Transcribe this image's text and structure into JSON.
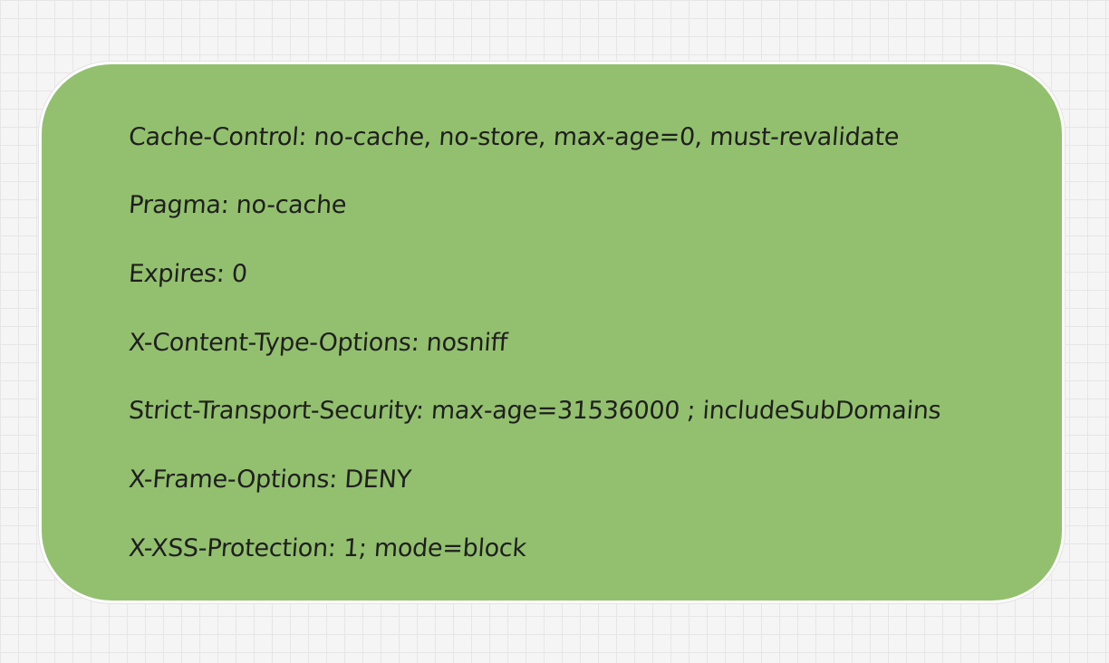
{
  "card": {
    "fill_color": "#93c06e",
    "border_color": "#ffffff",
    "lines": [
      "Cache-Control: no-cache, no-store, max-age=0, must-revalidate",
      "Pragma: no-cache",
      "Expires: 0",
      "X-Content-Type-Options: nosniff",
      "Strict-Transport-Security: max-age=31536000 ; includeSubDomains",
      "X-Frame-Options: DENY",
      "X-XSS-Protection: 1; mode=block"
    ]
  }
}
